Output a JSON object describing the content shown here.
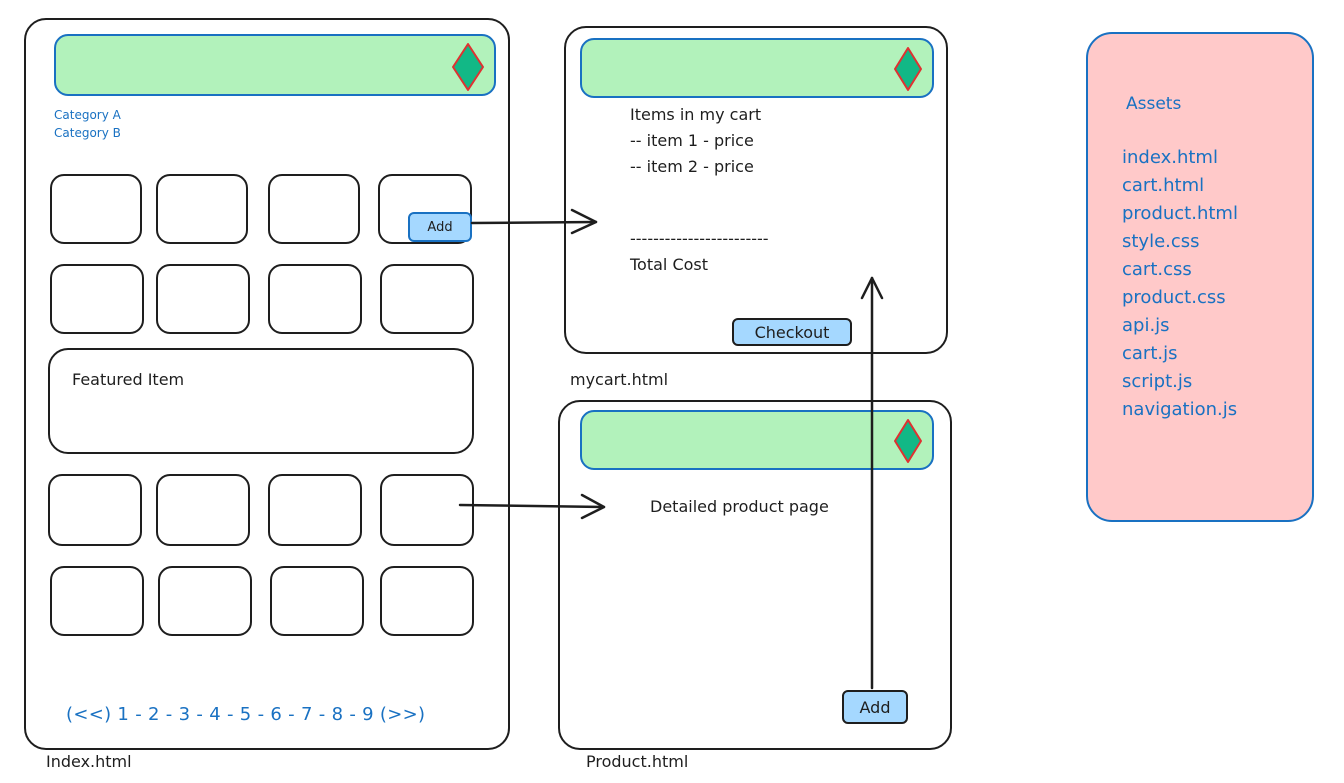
{
  "index": {
    "title": "Index.html",
    "categories": [
      "Category A",
      "Category B"
    ],
    "add_label": "Add",
    "featured_label": "Featured Item",
    "pagination": "(<<) 1 - 2 - 3 - 4 - 5 - 6 - 7 - 8 - 9 (>>)"
  },
  "cart": {
    "title": "mycart.html",
    "heading": "Items in my cart",
    "items": [
      "-- item 1 - price",
      "-- item 2 - price"
    ],
    "divider": "------------------------",
    "total_label": "Total Cost",
    "checkout_label": "Checkout"
  },
  "product": {
    "title": "Product.html",
    "description": "Detailed product page",
    "add_label": "Add"
  },
  "assets": {
    "heading": "Assets",
    "files": [
      "index.html",
      "cart.html",
      "product.html",
      "style.css",
      "cart.css",
      "product.css",
      "api.js",
      "cart.js",
      "script.js",
      "navigation.js"
    ]
  },
  "colors": {
    "header_fill": "#b2f2bb",
    "header_stroke": "#1971c2",
    "logo_fill": "#12b886",
    "logo_stroke": "#e03131",
    "button_fill": "#a5d8ff",
    "assets_fill": "#ffc9c9",
    "assets_stroke": "#1971c2",
    "link_text": "#1971c2"
  },
  "icons": [
    "diamond-logo-icon",
    "arrow-right-icon",
    "arrow-up-icon"
  ]
}
